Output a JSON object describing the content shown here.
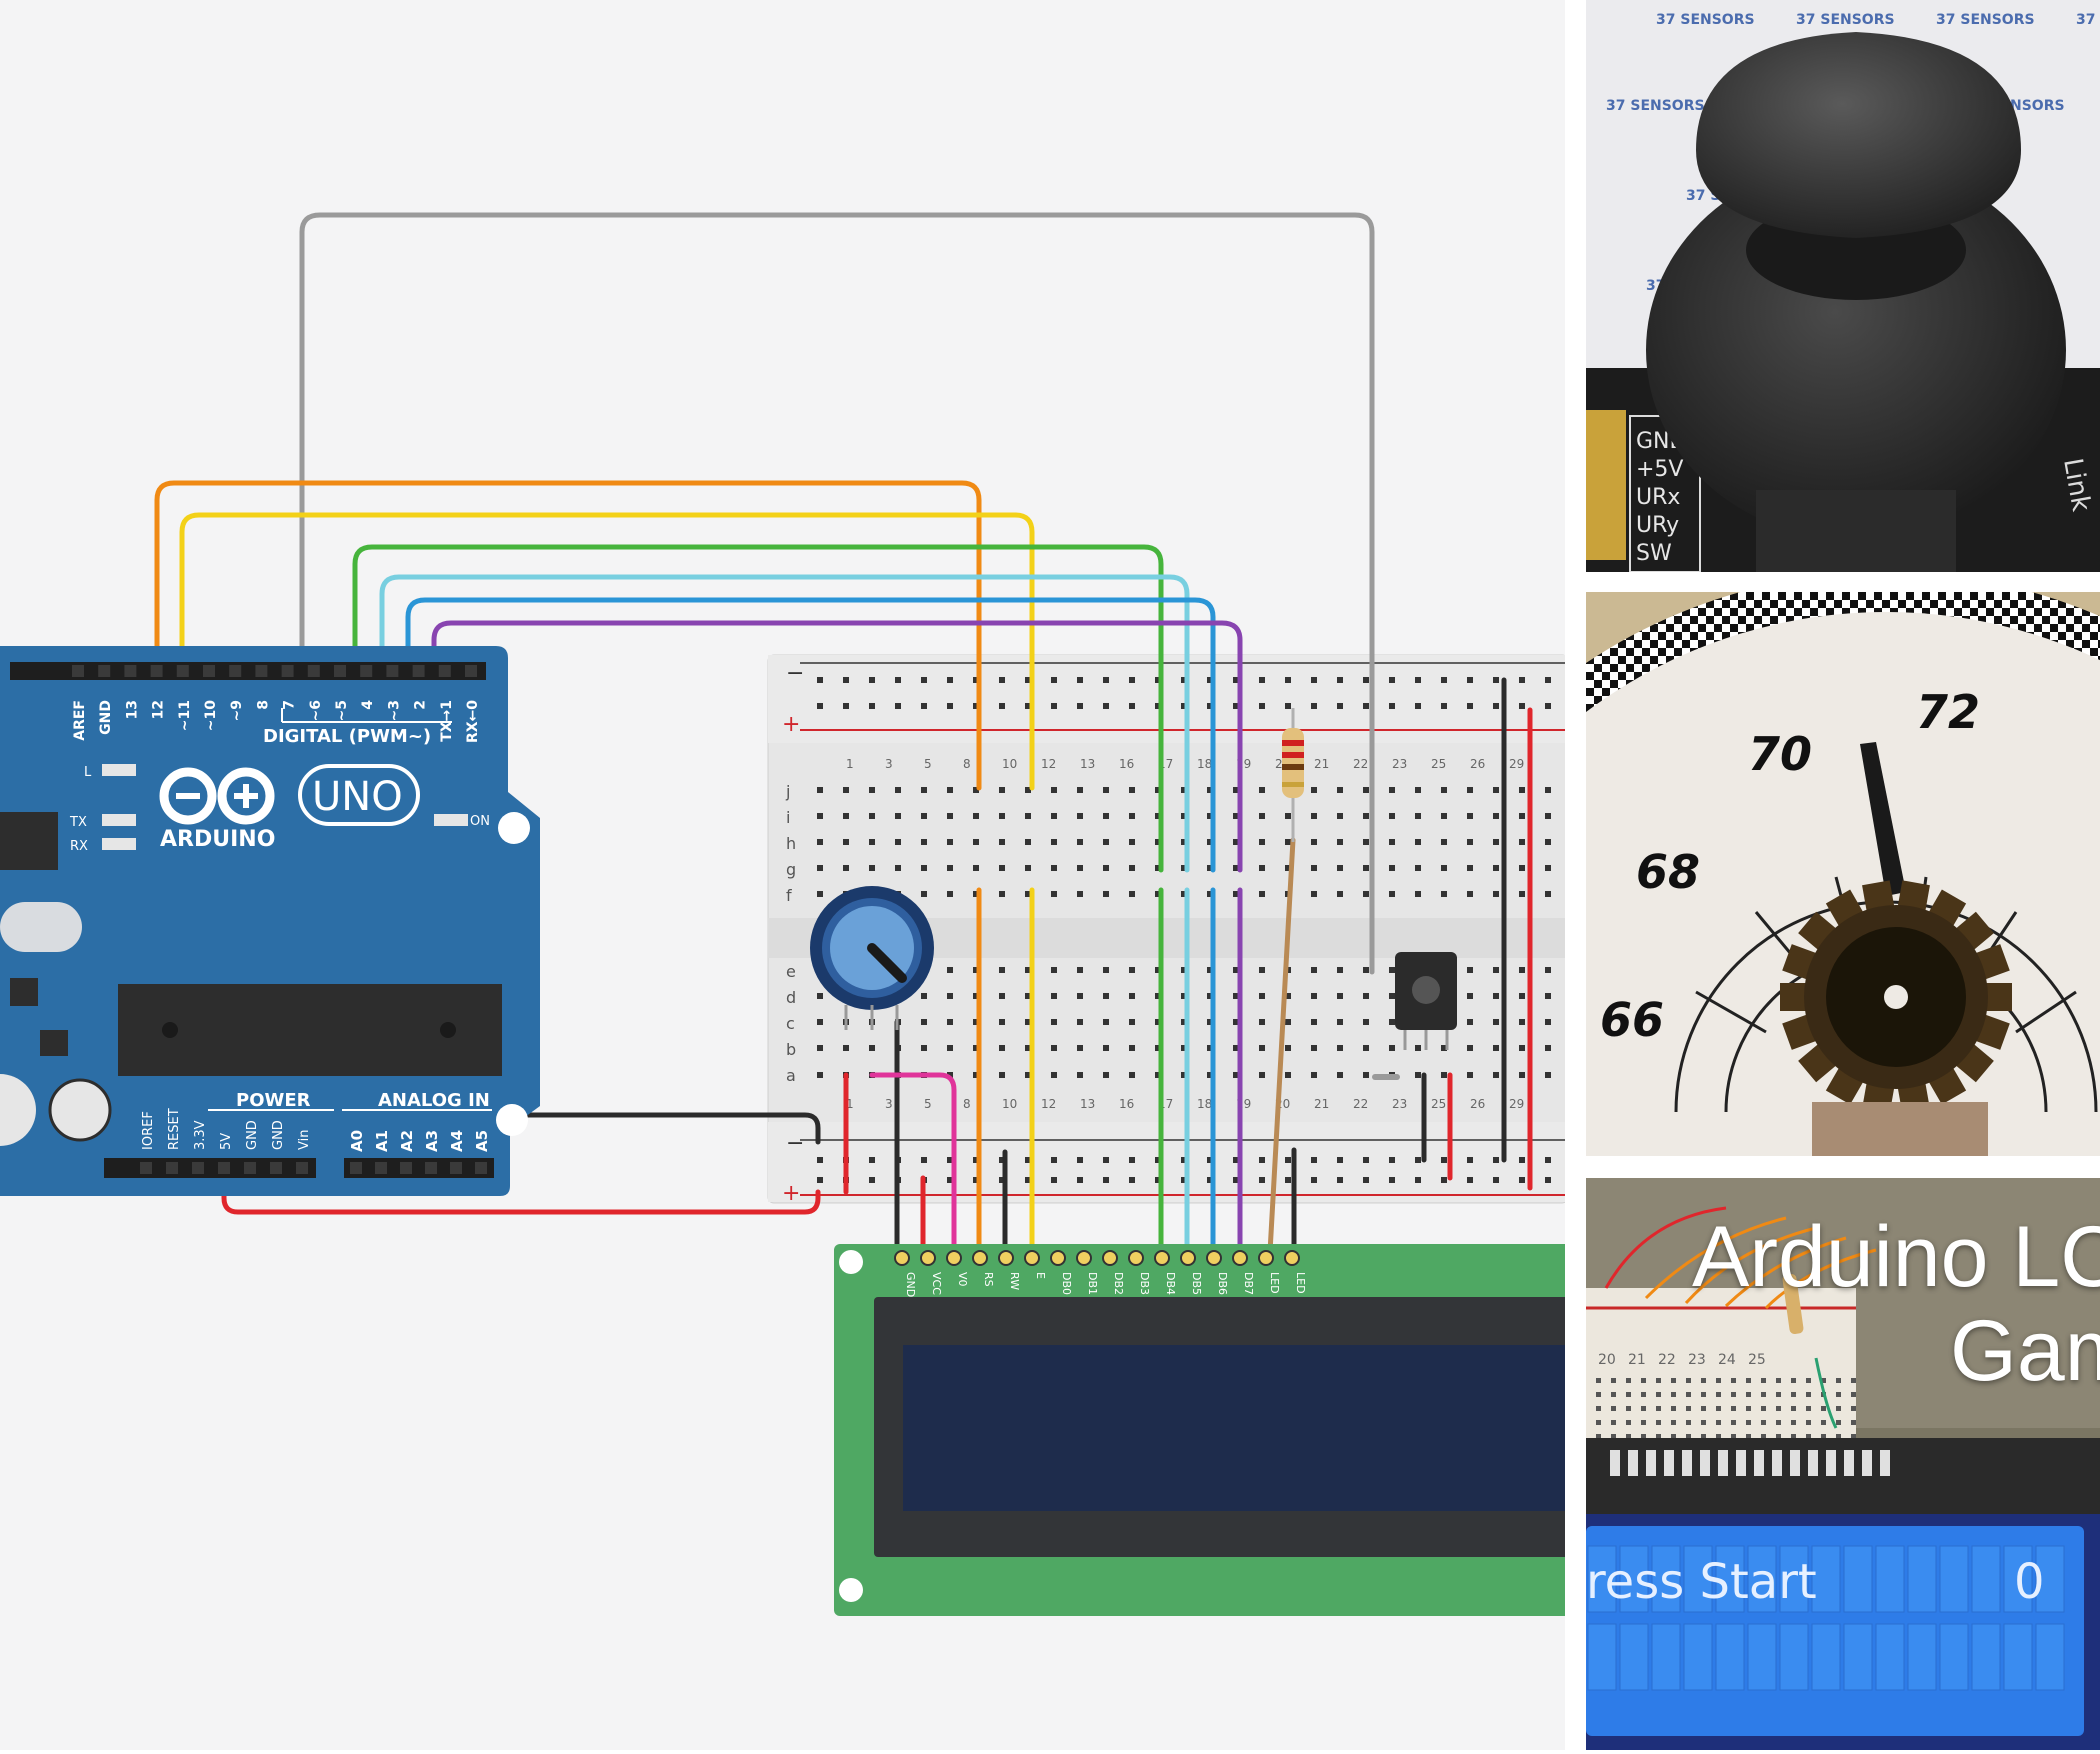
{
  "circuit": {
    "arduino": {
      "brand": "ARDUINO",
      "model": "UNO",
      "digital_label": "DIGITAL (PWM~)",
      "power_label": "POWER",
      "analog_label": "ANALOG IN",
      "led_l": "L",
      "led_tx": "TX",
      "led_rx": "RX",
      "led_on": "ON",
      "digital_pins": [
        "AREF",
        "GND",
        "13",
        "12",
        "~11",
        "~10",
        "~9",
        "8",
        "7",
        "~6",
        "~5",
        "4",
        "~3",
        "2",
        "TX→1",
        "RX←0"
      ],
      "power_pins": [
        "IOREF",
        "RESET",
        "3.3V",
        "5V",
        "GND",
        "GND",
        "Vin"
      ],
      "analog_pins": [
        "A0",
        "A1",
        "A2",
        "A3",
        "A4",
        "A5"
      ]
    },
    "breadboard": {
      "rail_minus": "−",
      "rail_plus": "+",
      "rows_top": [
        "j",
        "i",
        "h",
        "g",
        "f"
      ],
      "rows_bottom": [
        "e",
        "d",
        "c",
        "b",
        "a"
      ],
      "column_numbers": [
        "1",
        "3",
        "5",
        "8",
        "10",
        "12",
        "13",
        "16",
        "17",
        "18",
        "19",
        "20",
        "21",
        "22",
        "23",
        "25",
        "26",
        "29"
      ]
    },
    "lcd": {
      "pins": [
        "GND",
        "VCC",
        "V0",
        "RS",
        "RW",
        "E",
        "DB0",
        "DB1",
        "DB2",
        "DB3",
        "DB4",
        "DB5",
        "DB6",
        "DB7",
        "LED",
        "LED"
      ]
    },
    "wire_colors": {
      "orange": "#f08a14",
      "yellow": "#f3d118",
      "green": "#46b43c",
      "light_blue": "#78cfe0",
      "blue": "#2a95d6",
      "purple": "#8844b0",
      "gray": "#9a9a9a",
      "red": "#e0262c",
      "black": "#2b2b2b",
      "pink": "#e0349a",
      "brown": "#b98a55"
    }
  },
  "photos": {
    "joystick": {
      "board_watermark": "37 SENSORS",
      "pin_labels": [
        "GND",
        "+5V",
        "URx",
        "URy",
        "SW"
      ],
      "side_text": "Link"
    },
    "gauge": {
      "dial_numbers": [
        "66",
        "68",
        "70",
        "72"
      ]
    },
    "lcd_game": {
      "title_line1": "Arduino LC",
      "title_line2": "Gam",
      "lcd_text_left": "ress Start",
      "lcd_score": "0",
      "breadboard_numbers": [
        "20",
        "21",
        "22",
        "23",
        "24",
        "25"
      ]
    }
  }
}
